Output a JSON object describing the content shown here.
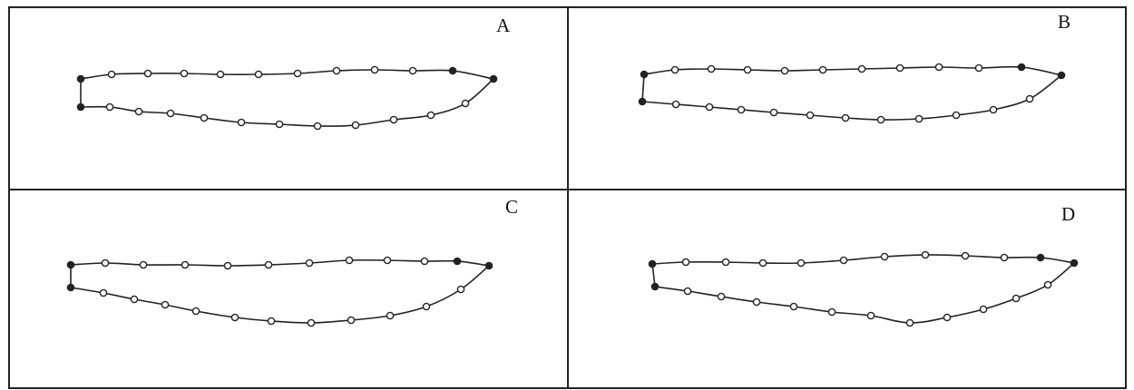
{
  "panels": [
    {
      "id": "a",
      "label": "A",
      "top": [
        [
          89,
          87
        ],
        [
          123,
          82
        ],
        [
          163,
          81
        ],
        [
          203,
          81
        ],
        [
          243,
          82
        ],
        [
          285,
          82
        ],
        [
          328,
          81
        ],
        [
          371,
          78
        ],
        [
          413,
          77
        ],
        [
          455,
          78
        ],
        [
          499,
          78
        ],
        [
          544,
          87
        ]
      ],
      "bottom": [
        [
          89,
          118
        ],
        [
          121,
          118
        ],
        [
          153,
          123
        ],
        [
          188,
          125
        ],
        [
          225,
          130
        ],
        [
          266,
          135
        ],
        [
          308,
          137
        ],
        [
          350,
          139
        ],
        [
          392,
          138
        ],
        [
          434,
          132
        ],
        [
          475,
          127
        ],
        [
          513,
          114
        ],
        [
          544,
          87
        ]
      ],
      "solid": [
        [
          89,
          87
        ],
        [
          89,
          118
        ],
        [
          499,
          78
        ],
        [
          544,
          87
        ]
      ]
    },
    {
      "id": "b",
      "label": "B",
      "top": [
        [
          710,
          82
        ],
        [
          744,
          77
        ],
        [
          784,
          76
        ],
        [
          824,
          77
        ],
        [
          865,
          78
        ],
        [
          907,
          77
        ],
        [
          950,
          76
        ],
        [
          992,
          75
        ],
        [
          1035,
          74
        ],
        [
          1079,
          75
        ],
        [
          1126,
          74
        ],
        [
          1170,
          83
        ]
      ],
      "bottom": [
        [
          708,
          112
        ],
        [
          745,
          115
        ],
        [
          782,
          118
        ],
        [
          817,
          121
        ],
        [
          853,
          124
        ],
        [
          893,
          127
        ],
        [
          932,
          130
        ],
        [
          971,
          132
        ],
        [
          1013,
          131
        ],
        [
          1054,
          127
        ],
        [
          1095,
          121
        ],
        [
          1135,
          109
        ],
        [
          1170,
          83
        ]
      ],
      "solid": [
        [
          710,
          82
        ],
        [
          708,
          112
        ],
        [
          1126,
          74
        ],
        [
          1170,
          83
        ]
      ]
    },
    {
      "id": "c",
      "label": "C",
      "top": [
        [
          78,
          292
        ],
        [
          116,
          290
        ],
        [
          158,
          292
        ],
        [
          204,
          292
        ],
        [
          251,
          293
        ],
        [
          296,
          292
        ],
        [
          341,
          290
        ],
        [
          385,
          287
        ],
        [
          427,
          287
        ],
        [
          468,
          288
        ],
        [
          504,
          288
        ],
        [
          539,
          293
        ]
      ],
      "bottom": [
        [
          78,
          317
        ],
        [
          114,
          323
        ],
        [
          148,
          330
        ],
        [
          182,
          336
        ],
        [
          216,
          343
        ],
        [
          259,
          350
        ],
        [
          299,
          354
        ],
        [
          343,
          356
        ],
        [
          387,
          353
        ],
        [
          430,
          348
        ],
        [
          470,
          338
        ],
        [
          508,
          319
        ],
        [
          539,
          293
        ]
      ],
      "solid": [
        [
          78,
          292
        ],
        [
          78,
          317
        ],
        [
          504,
          288
        ],
        [
          539,
          293
        ]
      ]
    },
    {
      "id": "d",
      "label": "D",
      "top": [
        [
          719,
          291
        ],
        [
          756,
          289
        ],
        [
          800,
          289
        ],
        [
          841,
          290
        ],
        [
          883,
          290
        ],
        [
          930,
          287
        ],
        [
          975,
          283
        ],
        [
          1020,
          281
        ],
        [
          1064,
          282
        ],
        [
          1107,
          284
        ],
        [
          1147,
          284
        ],
        [
          1184,
          290
        ]
      ],
      "bottom": [
        [
          722,
          316
        ],
        [
          758,
          321
        ],
        [
          795,
          327
        ],
        [
          834,
          333
        ],
        [
          875,
          338
        ],
        [
          917,
          344
        ],
        [
          960,
          348
        ],
        [
          1003,
          356
        ],
        [
          1044,
          350
        ],
        [
          1084,
          341
        ],
        [
          1120,
          329
        ],
        [
          1155,
          314
        ],
        [
          1184,
          290
        ]
      ],
      "solid": [
        [
          719,
          291
        ],
        [
          722,
          316
        ],
        [
          1147,
          284
        ],
        [
          1184,
          290
        ]
      ]
    }
  ]
}
